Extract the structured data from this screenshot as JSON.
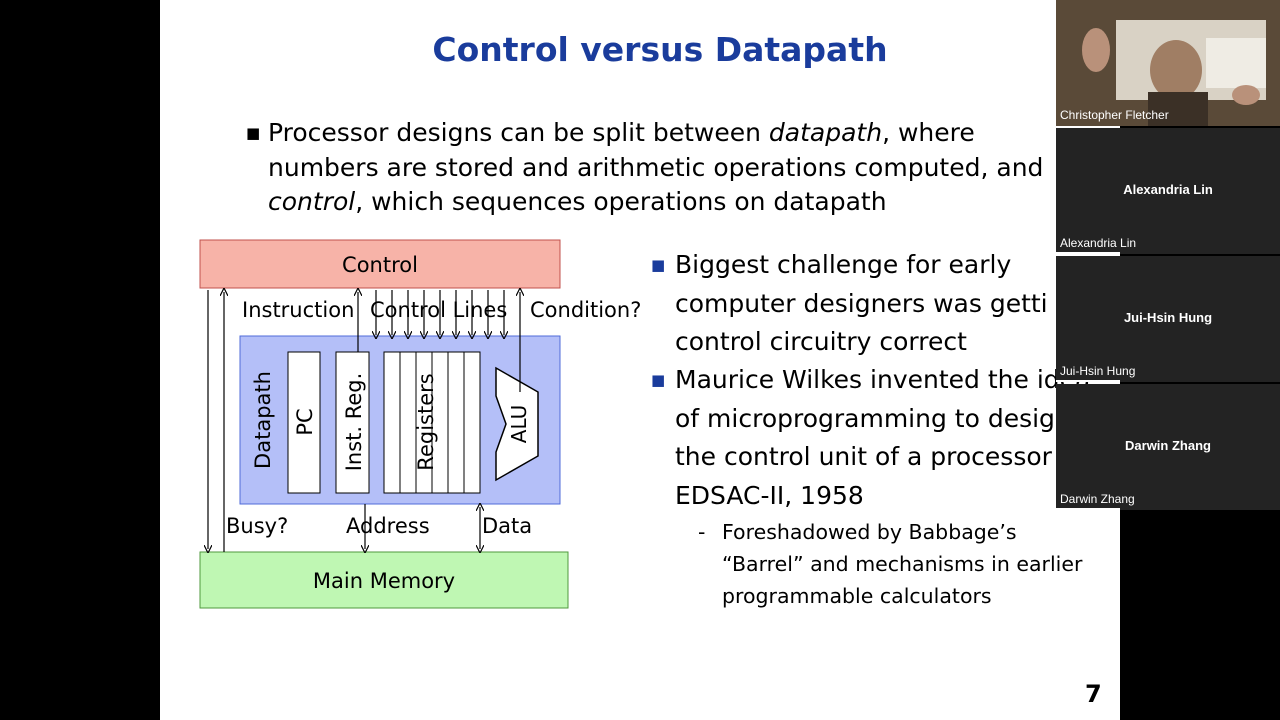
{
  "slide": {
    "title": "Control versus Datapath",
    "bullet_main": {
      "pre": "Processor designs can be split between ",
      "em1": "datapath",
      "mid": ", where numbers are stored and arithmetic operations computed, and ",
      "em2": "control",
      "post": ", which sequences operations on datapath"
    },
    "right_bullets": [
      "Biggest challenge for early computer designers was getti control circuitry correct",
      "Maurice Wilkes invented the idea of microprogramming to design the control unit of a processor for EDSAC-II, 1958"
    ],
    "sub_bullet": "Foreshadowed by Babbage’s “Barrel” and mechanisms in earlier programmable calculators",
    "page_number": "7",
    "colors": {
      "title": "#1a3c9c",
      "control_box": "#f7b3a8",
      "datapath_box": "#b4bff8",
      "memory_box": "#bff7b3"
    }
  },
  "diagram": {
    "control": "Control",
    "instruction": "Instruction",
    "control_lines": "Control Lines",
    "condition": "Condition?",
    "datapath": "Datapath",
    "pc": "PC",
    "inst_reg": "Inst. Reg.",
    "registers": "Registers",
    "alu": "ALU",
    "busy": "Busy?",
    "address": "Address",
    "data": "Data",
    "main_memory": "Main Memory"
  },
  "participants": [
    {
      "name": "Christopher Fletcher",
      "video": true
    },
    {
      "name": "Alexandria Lin",
      "video": false
    },
    {
      "name": "Jui-Hsin Hung",
      "video": false
    },
    {
      "name": "Darwin Zhang",
      "video": false
    }
  ]
}
